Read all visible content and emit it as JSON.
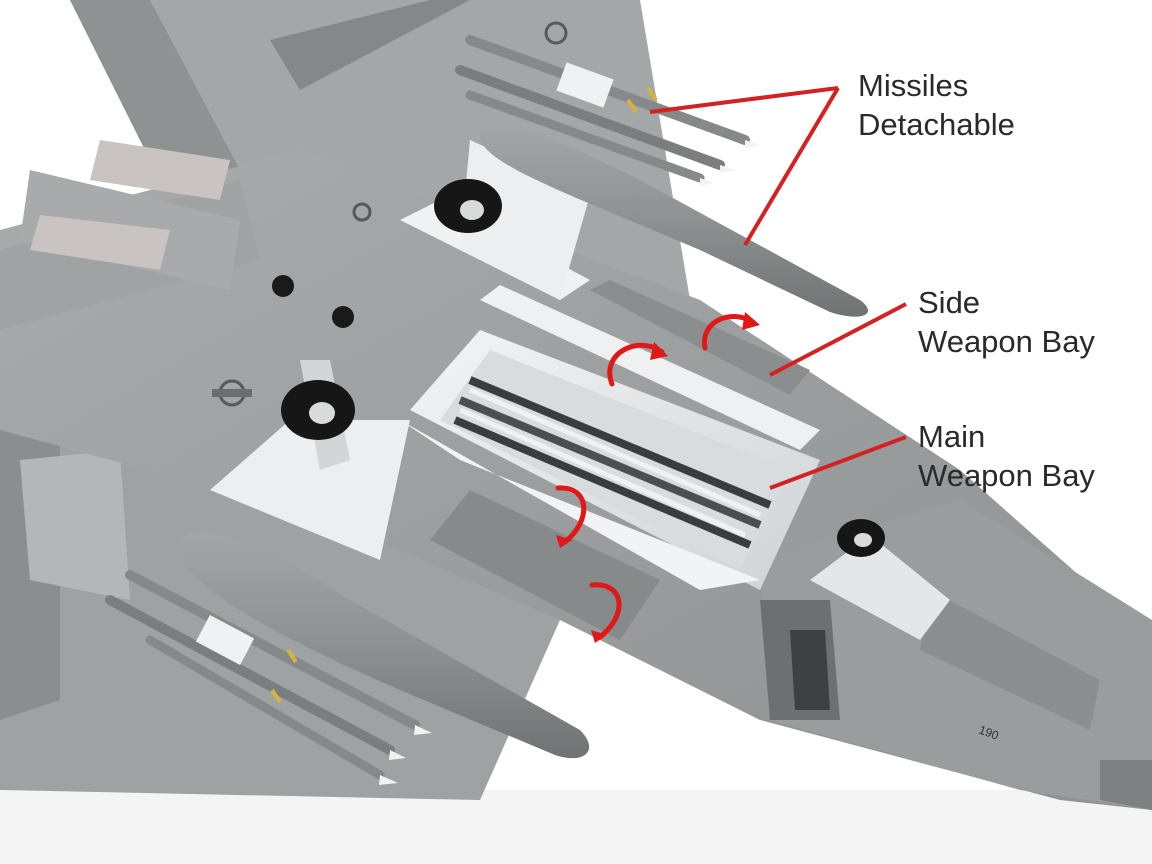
{
  "callouts": {
    "missiles": {
      "line1": "Missiles",
      "line2": "Detachable"
    },
    "side_bay": {
      "line1": "Side",
      "line2": "Weapon Bay"
    },
    "main_bay": {
      "line1": "Main",
      "line2": "Weapon Bay"
    }
  },
  "aircraft_marking": "190",
  "colors": {
    "airframe_gray": "#9a9c9d",
    "panel_gray": "#7f8384",
    "bay_interior_white": "#e9ebec",
    "missile_gray": "#8c9091",
    "callout_line_red": "#d42222",
    "arrow_red": "#e01818",
    "text": "#2a2a2a"
  }
}
